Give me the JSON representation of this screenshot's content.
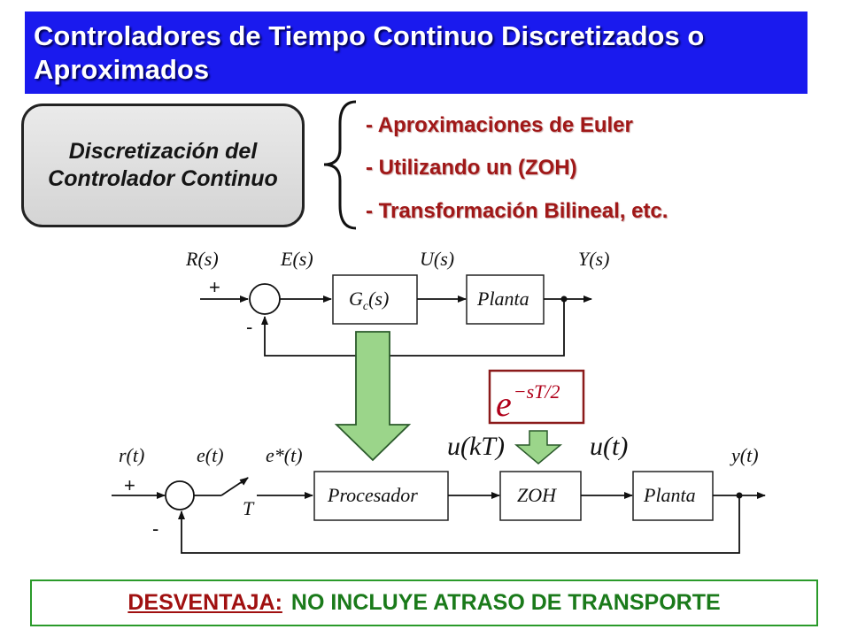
{
  "header": {
    "title": "Controladores de Tiempo Continuo Discretizados o Aproximados"
  },
  "concept_box": {
    "text": "Discretización del Controlador Continuo"
  },
  "methods": [
    "- Aproximaciones de Euler",
    "- Utilizando un (ZOH)",
    "- Transformación Bilineal, etc."
  ],
  "continuous_diagram": {
    "signals": {
      "r": "R(s)",
      "e": "E(s)",
      "u": "U(s)",
      "y": "Y(s)"
    },
    "plus": "+",
    "minus": "-",
    "controller": "G",
    "controller_sub": "c",
    "controller_arg": "(s)",
    "plant": "Planta"
  },
  "delay_box": {
    "base": "e",
    "exponent": "−sT/2"
  },
  "discrete_diagram": {
    "signals": {
      "r": "r(t)",
      "e": "e(t)",
      "e_star": "e*(t)",
      "u_k": "u(kT)",
      "u_t": "u(t)",
      "y": "y(t)"
    },
    "plus": "+",
    "minus": "-",
    "sampler": "T",
    "processor": "Procesador",
    "zoh": "ZOH",
    "plant": "Planta"
  },
  "footer": {
    "label": "DESVENTAJA:",
    "text": "NO INCLUYE ATRASO DE TRANSPORTE"
  },
  "colors": {
    "title_bg": "#1a1aee",
    "method_text": "#a01818",
    "footer_border": "#2a9a2a",
    "footer_text": "#1a7a1a",
    "footer_label": "#a01010",
    "arrow_fill": "#9bd58a",
    "delay_border": "#8b1a1a"
  }
}
